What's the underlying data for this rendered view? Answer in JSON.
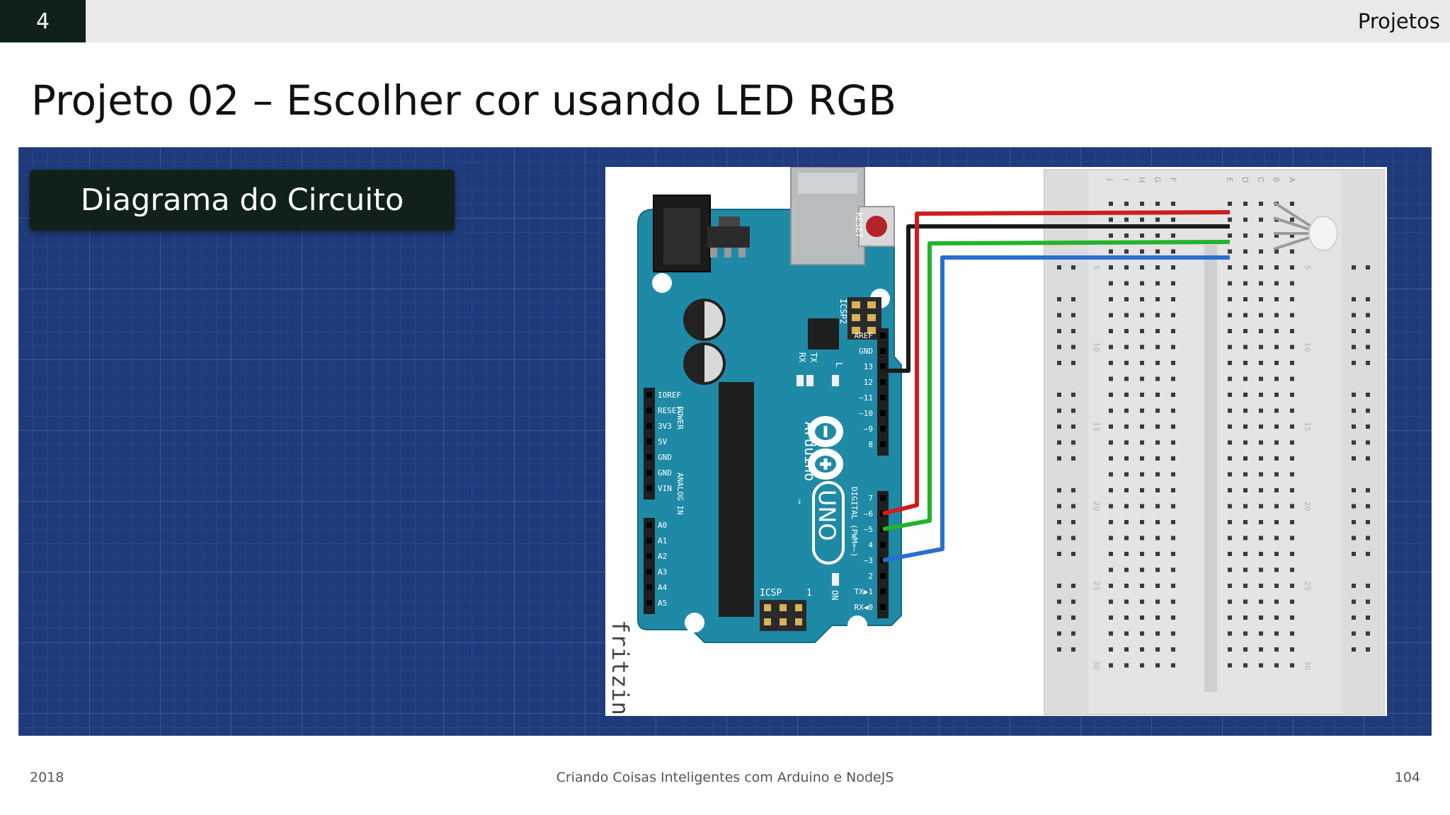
{
  "header": {
    "chapter": "4",
    "section": "Projetos"
  },
  "slide_title": "Projeto 02 – Escolher cor usando LED RGB",
  "panel_label": "Diagrama do Circuito",
  "footer": {
    "year": "2018",
    "course": "Criando Coisas Inteligentes com Arduino e NodeJS",
    "page": "104"
  },
  "diagram": {
    "board_brand": "Arduino",
    "board_tm": "™",
    "board_model": "UNO",
    "reset_label": "RESET",
    "icsp2_label": "ICSP2",
    "icsp_label": "ICSP",
    "icsp_pin1": "1",
    "tx_label": "TX",
    "rx_label": "RX",
    "l_label": "L",
    "on_label": "ON",
    "digital_label": "DIGITAL (PWM=~)",
    "power_label": "POWER",
    "analog_label": "ANALOG IN",
    "power_pins": [
      "IOREF",
      "RESET",
      "3V3",
      "5V",
      "GND",
      "GND",
      "VIN"
    ],
    "analog_pins": [
      "A0",
      "A1",
      "A2",
      "A3",
      "A4",
      "A5"
    ],
    "digital_top_pins": [
      "AREF",
      "GND",
      "13",
      "12",
      "~11",
      "~10",
      "~9",
      "8"
    ],
    "digital_bottom_pins": [
      "7",
      "~6",
      "~5",
      "4",
      "~3",
      "2",
      "TX▶1",
      "RX◀0"
    ],
    "breadboard_cols": [
      "J",
      "I",
      "H",
      "G",
      "F",
      "E",
      "D",
      "C",
      "B",
      "A"
    ],
    "breadboard_rows": [
      "5",
      "10",
      "15",
      "20",
      "25",
      "30"
    ],
    "watermark": "fritzing",
    "wire_colors": {
      "red": "#d01c1c",
      "black": "#1a1a1a",
      "green": "#22b42a",
      "blue": "#2a6fd0"
    },
    "board_color": "#1f8aa6"
  }
}
